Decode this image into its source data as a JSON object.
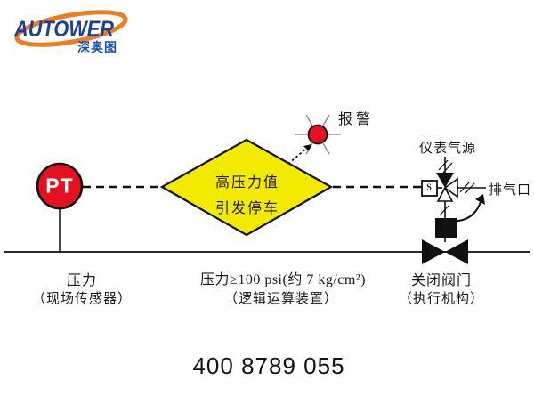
{
  "logo": {
    "brand": "AUTOWER",
    "brand_cn": "深奥图"
  },
  "diagram": {
    "sensor": {
      "tag": "PT",
      "label": "压力",
      "sublabel": "（现场传感器）"
    },
    "logic": {
      "diamond_line1": "高压力值",
      "diamond_line2": "引发停车",
      "label": "压力≥100 psi(约 7 kg/cm²)",
      "sublabel": "（逻辑运算装置）"
    },
    "alarm": {
      "label": "报警"
    },
    "valve": {
      "air_supply_label": "仪表气源",
      "vent_label": "排气口",
      "solenoid_tag": "S",
      "label": "关闭阀门",
      "sublabel": "（执行机构）"
    },
    "colors": {
      "red": "#e41220",
      "yellow": "#f2ea00",
      "logo_blue": "#1c3f94",
      "logo_cn_blue": "#1b4fa0",
      "logo_orange": "#f07c1e",
      "ray_gray": "#8d8d8d"
    }
  },
  "footer": {
    "phone": "400 8789 055"
  }
}
